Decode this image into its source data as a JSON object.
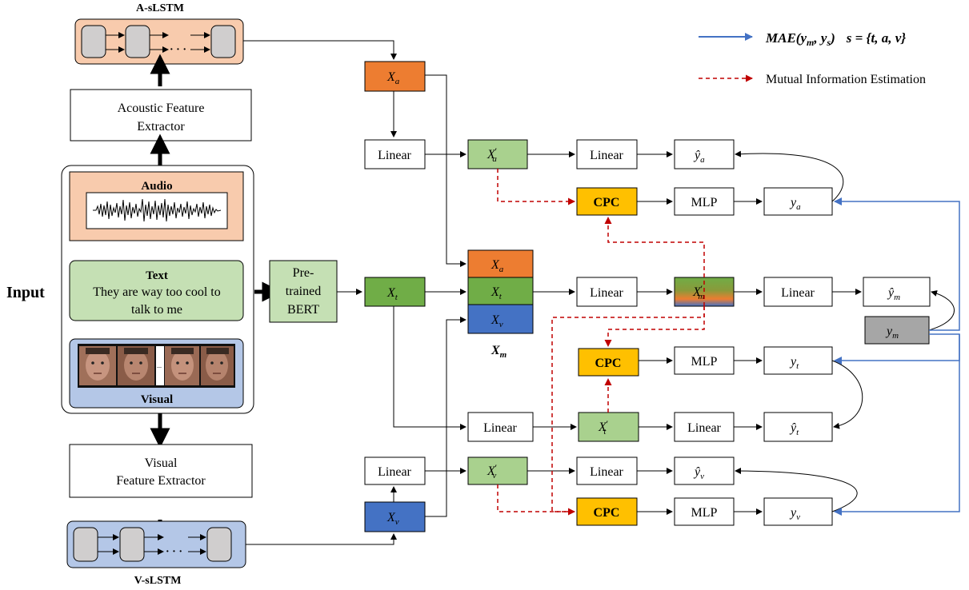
{
  "legend": {
    "mae_formula": "MAE(y_m, y_s)   s = {t, a, v}",
    "mae_main": "MAE",
    "mae_args": "(y",
    "mae_sub_m": "m",
    "mae_comma": ", y",
    "mae_sub_s": "s",
    "mae_close": ")",
    "mae_set": "s = {t, a, v}",
    "mi_label": "Mutual Information Estimation"
  },
  "input": {
    "label": "Input",
    "audio_label": "Audio",
    "text_label": "Text",
    "text_line1": "They are way too cool to",
    "text_line2": "talk to me",
    "visual_label": "Visual",
    "frames_ellipsis": "..."
  },
  "left_branch": {
    "a_lstm_label": "A-sLSTM",
    "acoustic_line1": "Acoustic Feature",
    "acoustic_line2": "Extractor",
    "visual_fe_line1": "Visual",
    "visual_fe_line2": "Feature Extractor",
    "v_lstm_label": "V-sLSTM",
    "lstm_dots": "· · ·"
  },
  "bert": {
    "line1": "Pre-",
    "line2": "trained",
    "line3": "BERT"
  },
  "features": {
    "x_a": "X",
    "x_a_sub": "a",
    "x_t": "X",
    "x_t_sub": "t",
    "x_v": "X",
    "x_v_sub": "v",
    "x_m": "X",
    "x_m_sub": "m",
    "x_a_prime_sub": "a",
    "x_t_prime_sub": "t",
    "x_v_prime_sub": "v",
    "x_m_prime_sub": "m",
    "prime": "′"
  },
  "blocks": {
    "linear": "Linear",
    "cpc": "CPC",
    "mlp": "MLP"
  },
  "outputs": {
    "y": "y",
    "y_hat": "ŷ",
    "sub_a": "a",
    "sub_t": "t",
    "sub_v": "v",
    "sub_m": "m"
  },
  "colors": {
    "audio_fill": "#f8cbad",
    "visual_fill": "#b4c7e7",
    "text_fill": "#c5e0b4",
    "xa_fill": "#ed7d31",
    "xt_fill": "#70ad47",
    "xv_fill": "#4472c4",
    "prime_fill": "#a9d18e",
    "cpc_fill": "#ffc000",
    "ym_fill": "#a6a6a6",
    "mae_arrow": "#4472c4",
    "mi_arrow": "#c00000",
    "lstm_cell": "#d0cece"
  }
}
